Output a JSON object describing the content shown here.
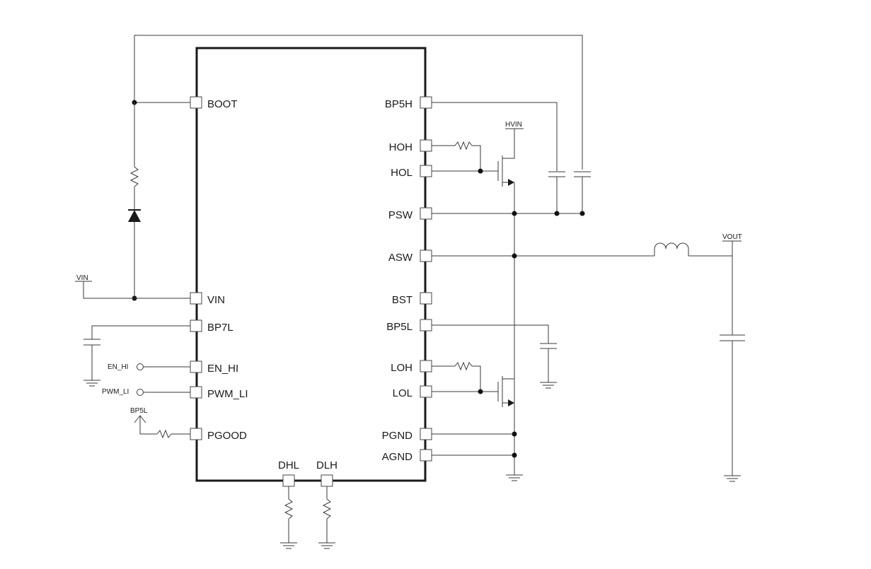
{
  "chip": {
    "left_pins": [
      "BOOT",
      "VIN",
      "BP7L",
      "EN_HI",
      "PWM_LI",
      "PGOOD"
    ],
    "right_pins": [
      "BP5H",
      "HOH",
      "HOL",
      "PSW",
      "ASW",
      "BST",
      "BP5L",
      "LOH",
      "LOL",
      "PGND",
      "AGND"
    ],
    "bottom_pins": [
      "DHL",
      "DLH"
    ]
  },
  "nets": {
    "vin": "VIN",
    "hvin": "HVIN",
    "vout": "VOUT",
    "en_hi": "EN_HI",
    "pwm_li": "PWM_LI",
    "bp5l": "BP5L"
  }
}
